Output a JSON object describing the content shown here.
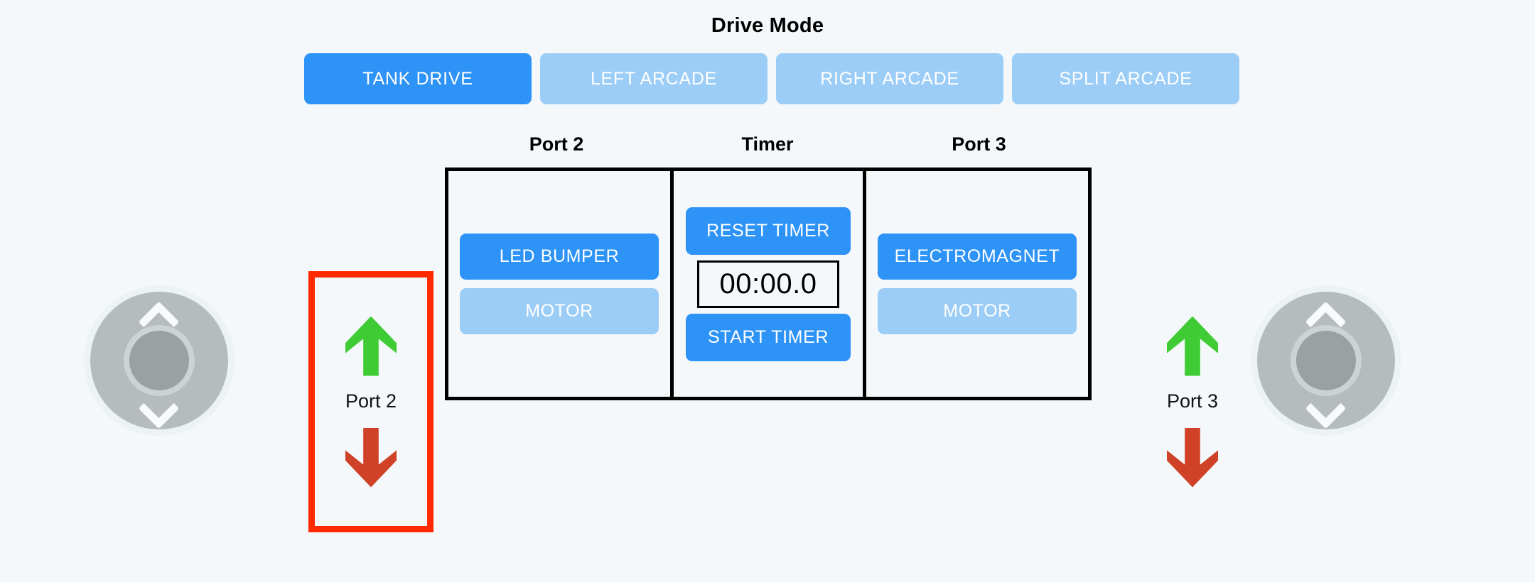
{
  "header": {
    "title": "Drive Mode",
    "modes": [
      {
        "label": "TANK DRIVE",
        "active": true
      },
      {
        "label": "LEFT ARCADE",
        "active": false
      },
      {
        "label": "RIGHT ARCADE",
        "active": false
      },
      {
        "label": "SPLIT ARCADE",
        "active": false
      }
    ]
  },
  "panel": {
    "headings": {
      "port2": "Port 2",
      "timer": "Timer",
      "port3": "Port 3"
    },
    "port2": {
      "devices": [
        {
          "label": "LED BUMPER",
          "active": true
        },
        {
          "label": "MOTOR",
          "active": false
        }
      ]
    },
    "timer": {
      "reset_label": "RESET TIMER",
      "display": "00:00.0",
      "start_label": "START TIMER"
    },
    "port3": {
      "devices": [
        {
          "label": "ELECTROMAGNET",
          "active": true
        },
        {
          "label": "MOTOR",
          "active": false
        }
      ]
    }
  },
  "controls": {
    "port2": {
      "label": "Port 2",
      "selected": true
    },
    "port3": {
      "label": "Port 3",
      "selected": false
    }
  },
  "colors": {
    "background": "#f4f8fa",
    "accent_active": "#2e93f7",
    "accent_inactive": "#9ccdf7",
    "arrow_up": "#3ecb34",
    "arrow_down": "#cf4227",
    "selection_border": "#ff2a00",
    "panel_border": "#000000",
    "joystick_body": "#b6bbbd",
    "joystick_knob": "#9ba0a2"
  }
}
